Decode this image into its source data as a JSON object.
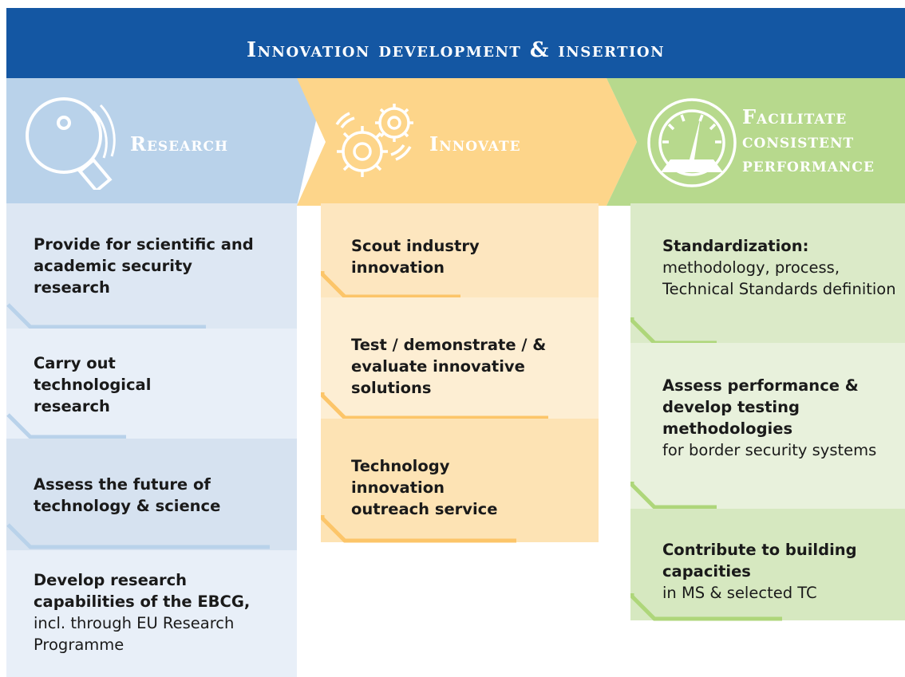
{
  "header": {
    "title": "Innovation development & insertion"
  },
  "columns": [
    {
      "id": "research",
      "title": "Research",
      "icon": "magnifier-icon",
      "header_color": "#b9d2ea",
      "items": [
        {
          "bold": "Provide for scientific and academic security research",
          "normal": ""
        },
        {
          "bold": "Carry out technological research",
          "normal": ""
        },
        {
          "bold": "Assess the future of technology & science",
          "normal": ""
        },
        {
          "bold": "Develop research capabilities of the EBCG,",
          "normal": "incl. through EU Research Programme"
        }
      ]
    },
    {
      "id": "innovate",
      "title": "Innovate",
      "icon": "gears-icon",
      "header_color": "#fdd58a",
      "items": [
        {
          "bold": "Scout industry innovation",
          "normal": ""
        },
        {
          "bold": "Test / demonstrate / & evaluate innovative solutions",
          "normal": ""
        },
        {
          "bold": "Technology innovation outreach service",
          "normal": ""
        }
      ]
    },
    {
      "id": "performance",
      "title": "Facilitate consistent performance",
      "icon": "gauge-icon",
      "header_color": "#b7d98d",
      "items": [
        {
          "bold": "Standardization:",
          "normal": "methodology, process, Technical Standards definition"
        },
        {
          "bold": "Assess performance & develop testing methodologies",
          "normal": "for border security systems"
        },
        {
          "bold": "Contribute to building capacities",
          "normal": "in MS & selected TC"
        }
      ]
    }
  ],
  "colors": {
    "banner": "#1457a3",
    "research_light": "#dde7f3",
    "innovate_light": "#fde6bf",
    "performance_light": "#dbeac8"
  }
}
